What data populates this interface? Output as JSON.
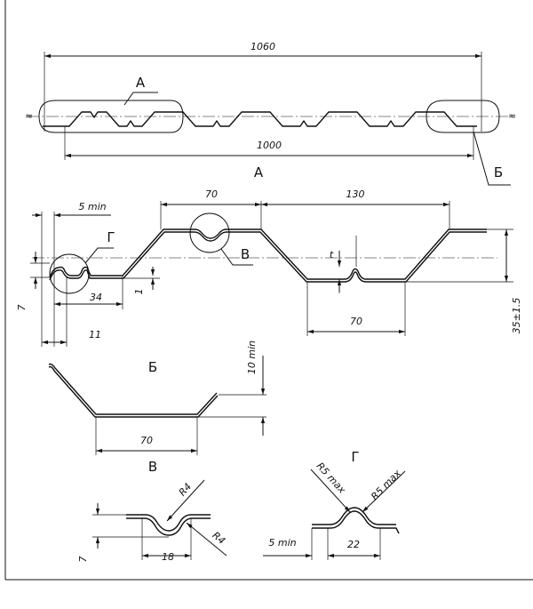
{
  "overview": {
    "total_width": "1060",
    "useful_width": "1000",
    "callout_a": "А",
    "callout_b": "Б"
  },
  "section_a": {
    "title": "А",
    "min_edge": "5 min",
    "top_width": "70",
    "pitch": "130",
    "callout_g": "Г",
    "callout_v": "В",
    "t_label": "t",
    "rib_width": "34",
    "rib_depth": "1",
    "edge_height": "7",
    "edge_offset": "11",
    "bottom_width": "70",
    "profile_height": "35±1.5"
  },
  "section_b": {
    "title": "Б",
    "flange": "10 min",
    "bottom_width": "70"
  },
  "section_v": {
    "title": "В",
    "radius_top": "R4",
    "radius_bottom": "R4",
    "width": "18",
    "height": "7"
  },
  "section_g": {
    "title": "Г",
    "radius_left": "R5 max",
    "radius_right": "R5 max",
    "min_edge": "5 min",
    "width": "22"
  }
}
